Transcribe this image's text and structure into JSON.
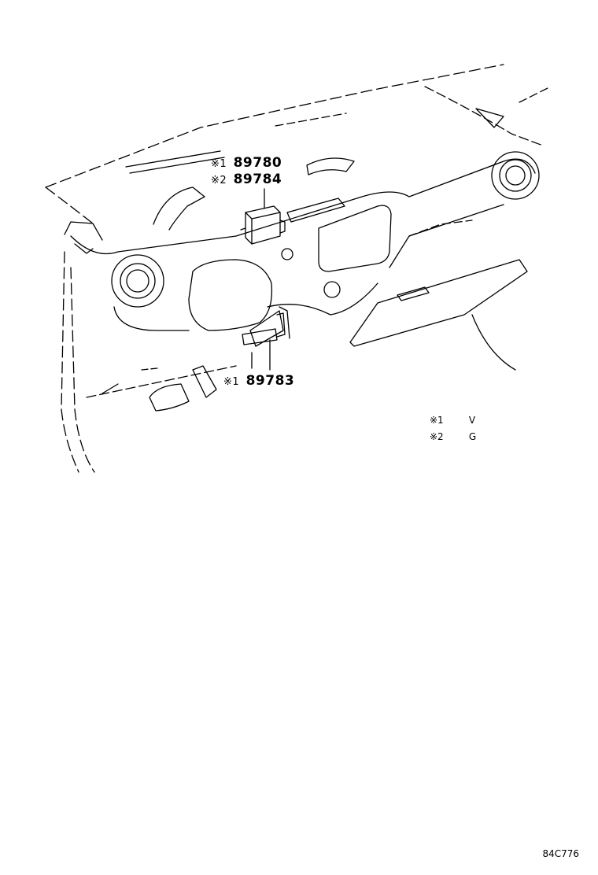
{
  "callouts": [
    {
      "mark": "※1",
      "part": "89780"
    },
    {
      "mark": "※2",
      "part": "89784"
    },
    {
      "mark": "※1",
      "part": "89783"
    }
  ],
  "legend": [
    {
      "mark": "※1",
      "text": "V"
    },
    {
      "mark": "※2",
      "text": "G"
    }
  ],
  "figure_id": "84C776"
}
